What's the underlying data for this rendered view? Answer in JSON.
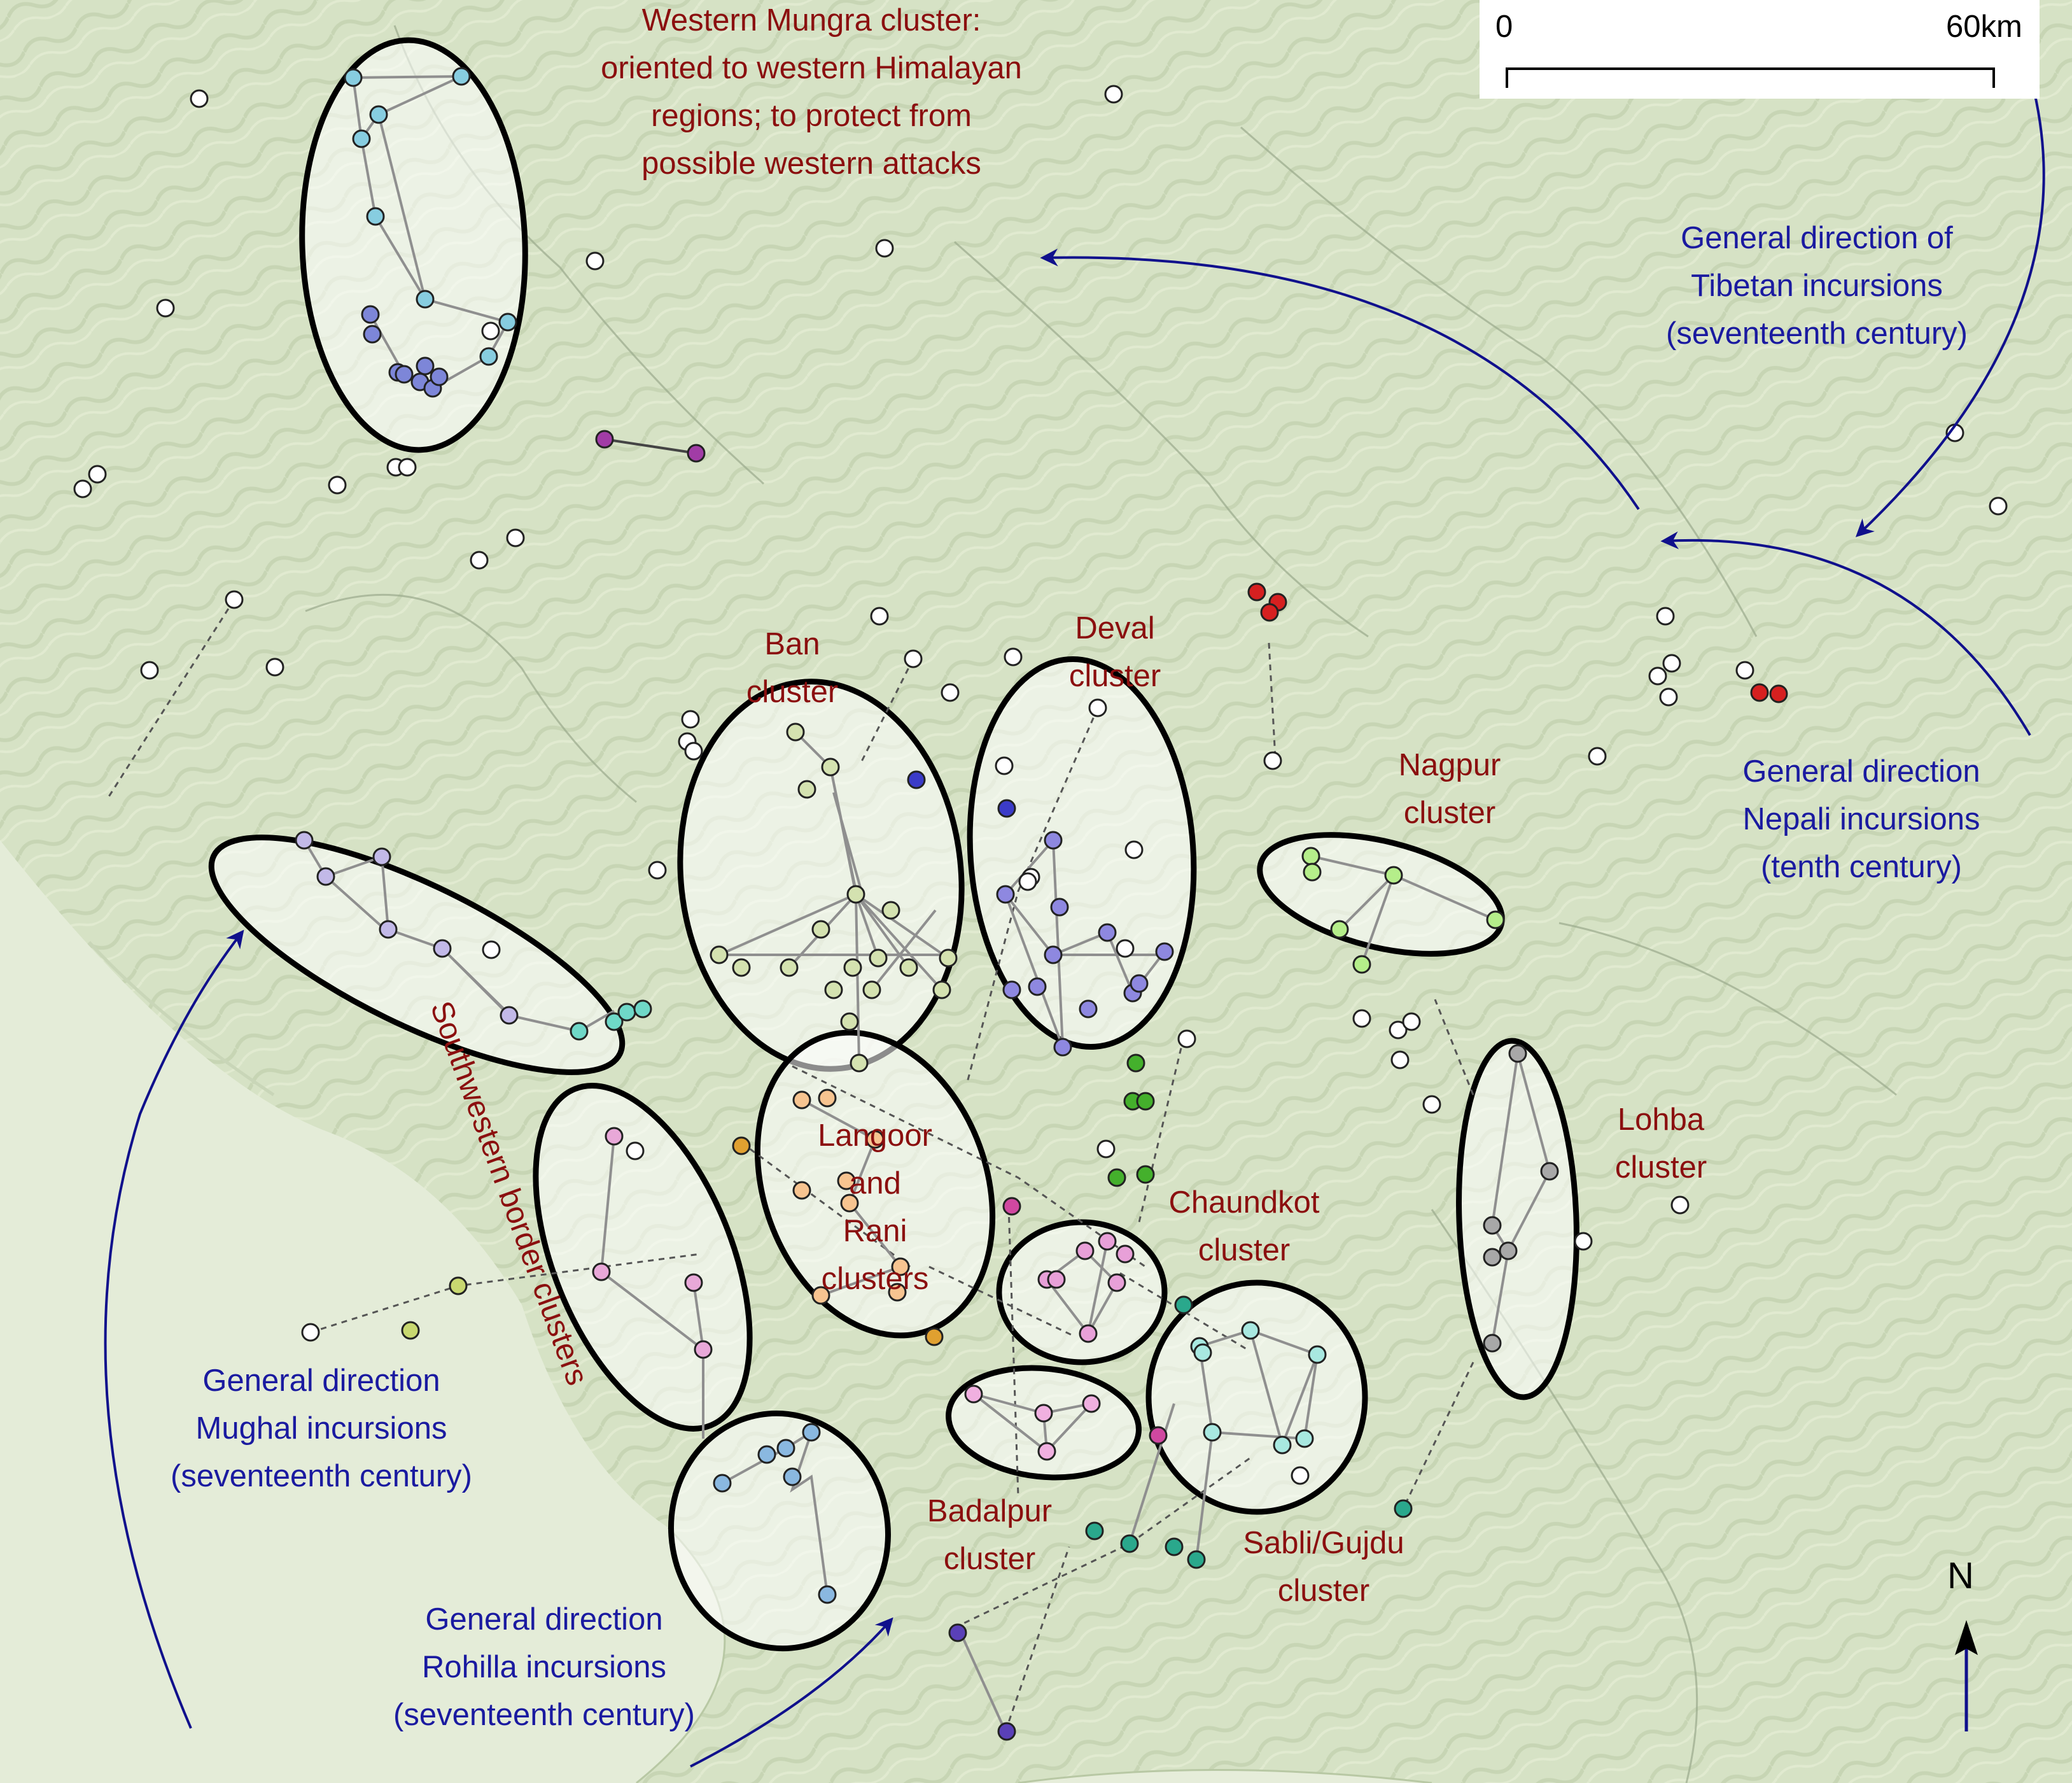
{
  "scale_bar": {
    "start_label": "0",
    "end_label": "60km"
  },
  "north_arrow": {
    "label": "N"
  },
  "colors": {
    "cluster_label": "#8b0f0f",
    "incursion_label": "#1a1aa0",
    "terrain": "#d6e3c6",
    "plain": "#e4ecd8"
  },
  "labels": {
    "western_mungra": [
      "Western Mungra cluster:",
      "oriented to western Himalayan",
      "regions; to protect from",
      "possible western attacks"
    ],
    "ban": [
      "Ban",
      "cluster"
    ],
    "deval": [
      "Deval",
      "cluster"
    ],
    "nagpur": [
      "Nagpur",
      "cluster"
    ],
    "lohba": [
      "Lohba",
      "cluster"
    ],
    "chaundkot": [
      "Chaundkot",
      "cluster"
    ],
    "langoor_rani": [
      "Langoor",
      "and",
      "Rani",
      "clusters"
    ],
    "badalpur": [
      "Badalpur",
      "cluster"
    ],
    "sabli_gujdu": [
      "Sabli/Gujdu",
      "cluster"
    ],
    "southwestern": "Southwestern border clusters",
    "tibetan": [
      "General direction of",
      "Tibetan incursions",
      "(seventeenth century)"
    ],
    "nepali": [
      "General direction",
      "Nepali incursions",
      "(tenth century)"
    ],
    "mughal": [
      "General direction",
      "Mughal incursions",
      "(seventeenth century)"
    ],
    "rohilla": [
      "General direction",
      "Rohilla incursions",
      "(seventeenth century)"
    ]
  }
}
